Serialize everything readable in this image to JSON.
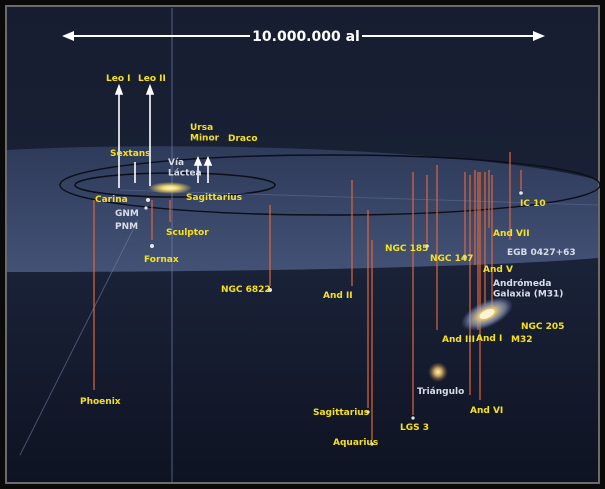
{
  "scale_bar": {
    "label": "10.000.000 al"
  },
  "colors": {
    "label_yellow": "#f5e11c",
    "label_white": "#d7dde8",
    "drop_line": "#e0663a",
    "up_line": "#ffffff",
    "space_dark": "#141b2e",
    "plane": "#3b4a6e"
  },
  "galaxies": {
    "leo_i": "Leo I",
    "leo_ii": "Leo II",
    "ursa_minor": "Ursa\nMinor",
    "draco": "Draco",
    "sextans": "Sextans",
    "via_lactea": "Vía\nLáctea",
    "sagittarius_dwarf": "Sagittarius",
    "carina": "Carina",
    "gnm": "GNM",
    "pnm": "PNM",
    "sculptor": "Sculptor",
    "fornax": "Fornax",
    "ngc6822": "NGC 6822",
    "phoenix": "Phoenix",
    "and_ii": "And II",
    "ngc185": "NGC 185",
    "ngc147": "NGC 147",
    "and_vii": "And VII",
    "ic10": "IC 10",
    "egb": "EGB 0427+63",
    "and_v": "And V",
    "andromeda": "Andrómeda\nGalaxia (M31)",
    "ngc205": "NGC 205",
    "m32": "M32",
    "and_i": "And I",
    "and_iii": "And III",
    "triangulo": "Triángulo",
    "and_vi": "And VI",
    "sagittarius_dirr": "Sagittarius",
    "lgs3": "LGS 3",
    "aquarius": "Aquarius"
  }
}
